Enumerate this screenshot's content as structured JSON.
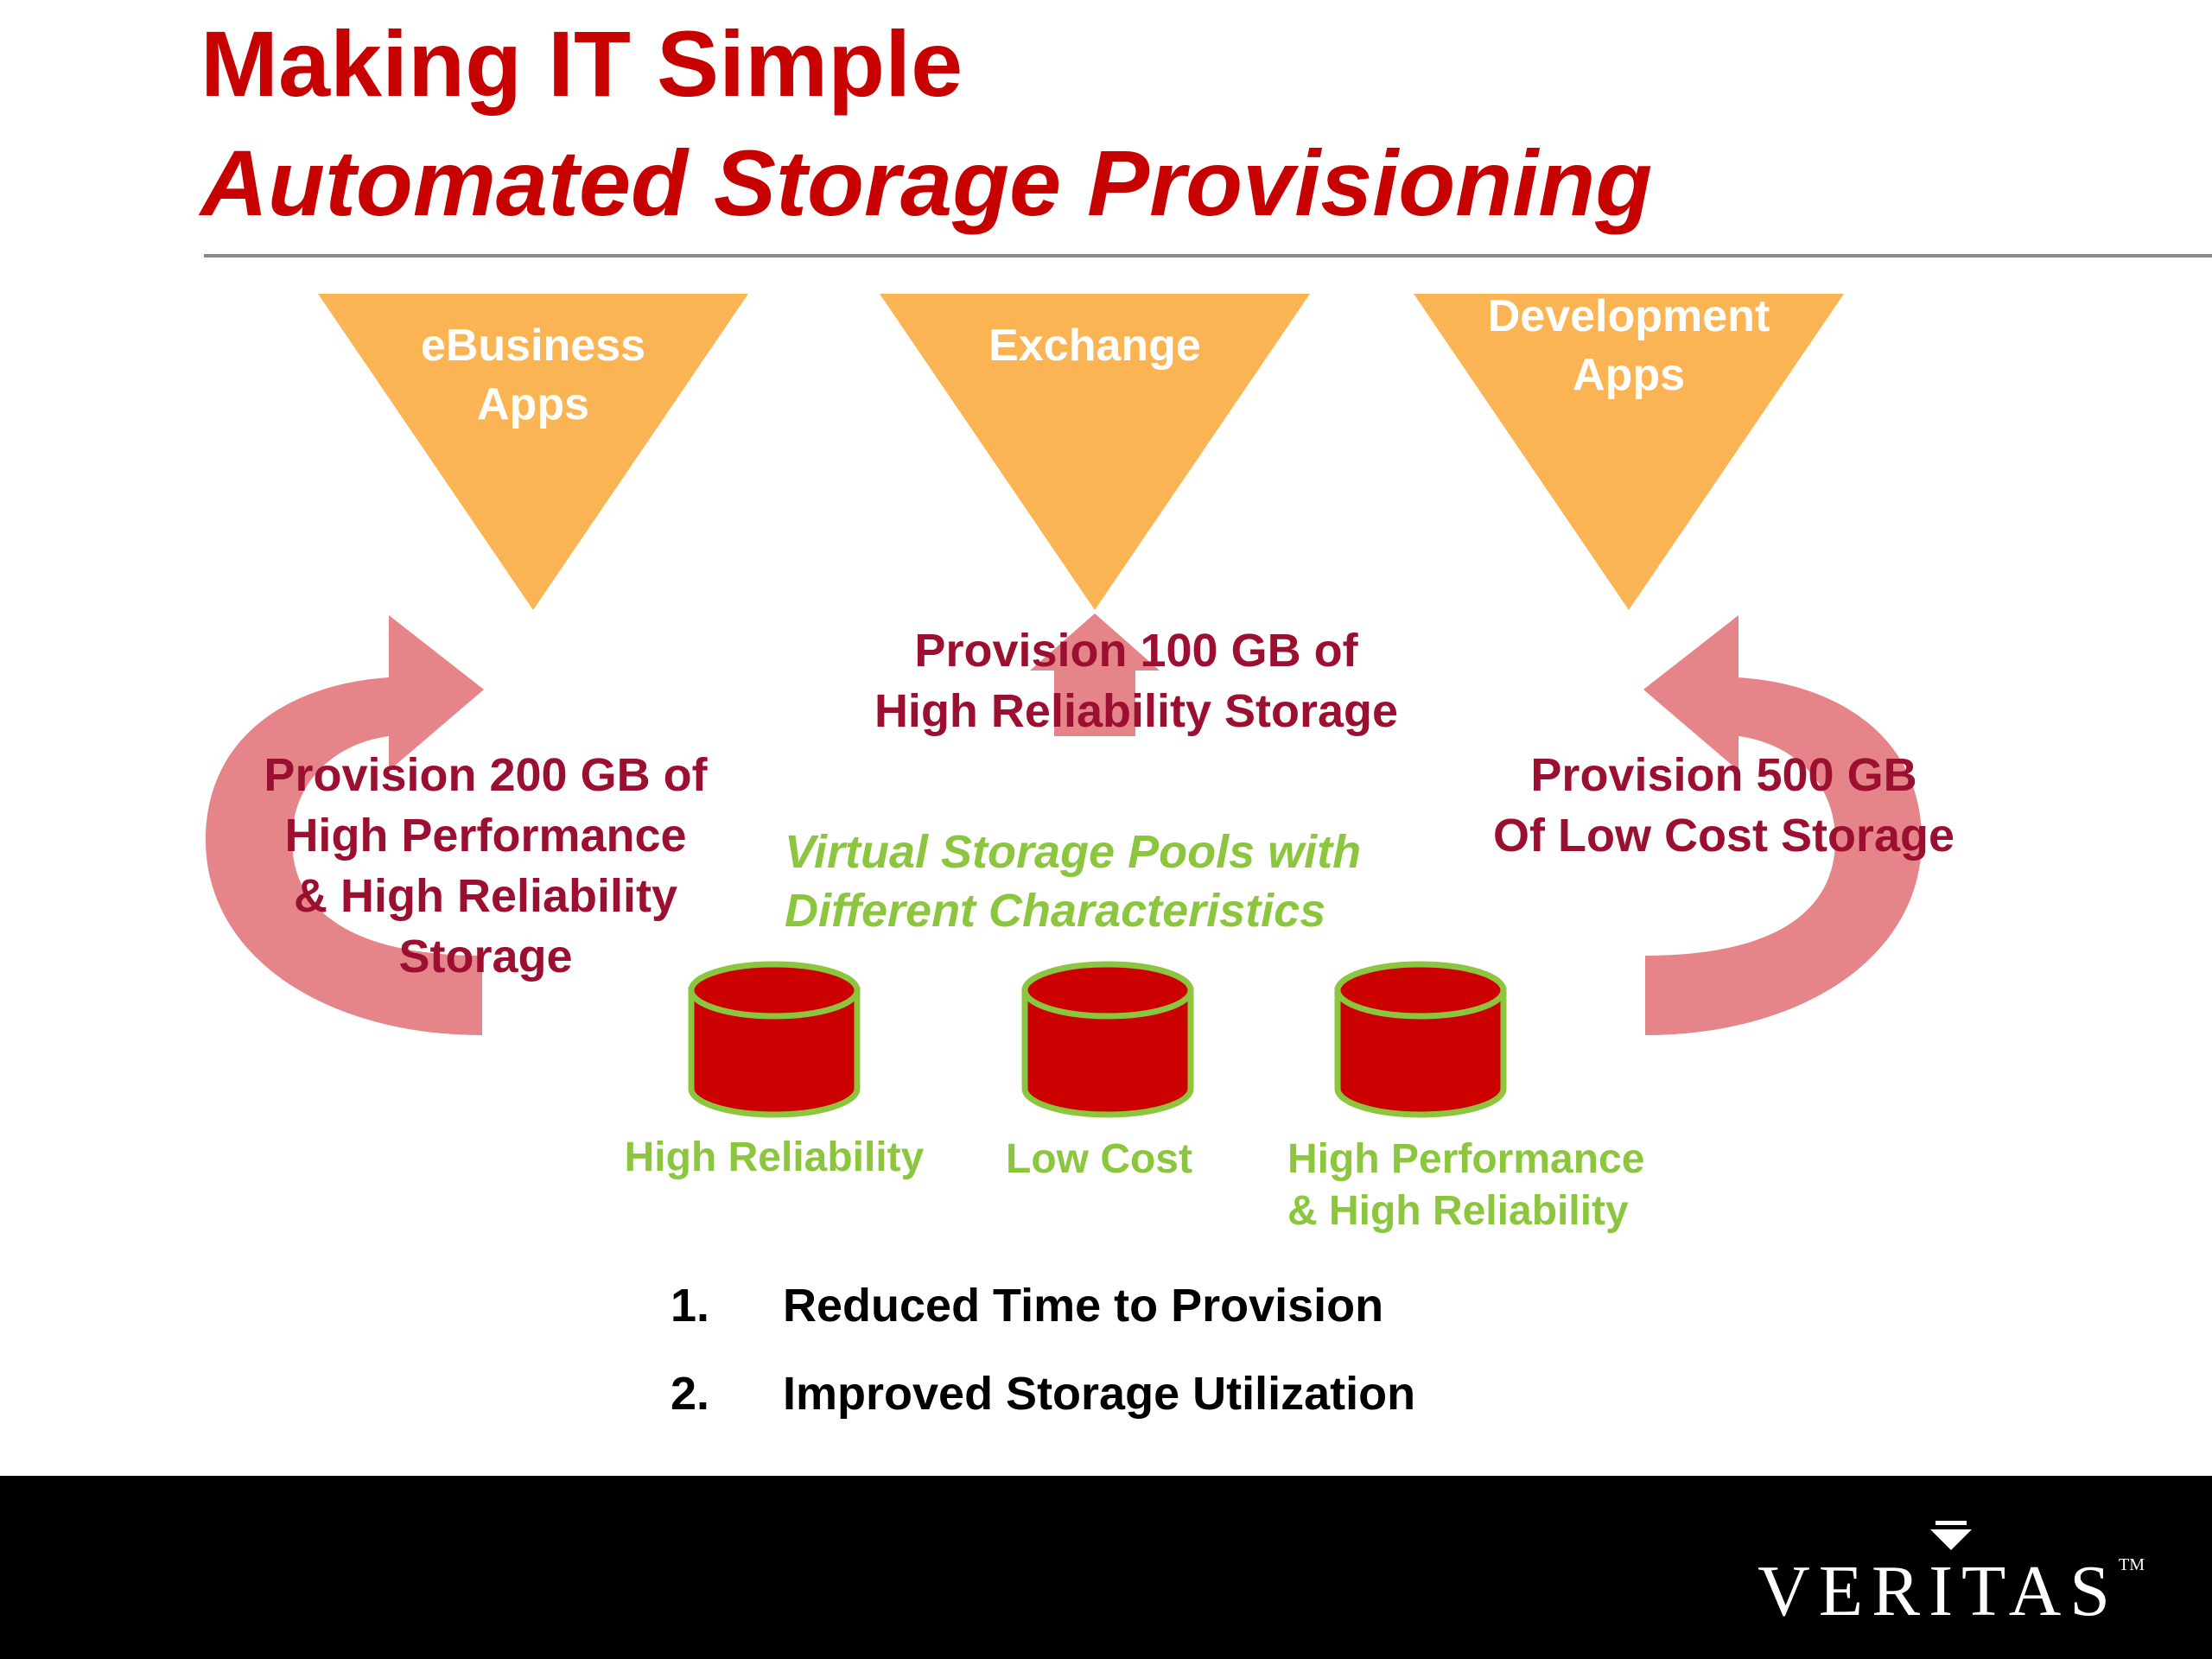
{
  "slide": {
    "title": "Making IT Simple",
    "subtitle": "Automated Storage Provisioning"
  },
  "applications": [
    {
      "label": "eBusiness Apps",
      "lines": [
        "eBusiness",
        "Apps"
      ]
    },
    {
      "label": "Exchange",
      "lines": [
        "Exchange"
      ]
    },
    {
      "label": "Development Apps",
      "lines": [
        "Development",
        "Apps"
      ]
    }
  ],
  "provisioning_requests": [
    {
      "lines": [
        "Provision 200 GB of",
        "High Performance",
        "& High Reliability",
        "Storage"
      ]
    },
    {
      "lines": [
        "Provision 100 GB of",
        "High Reliability Storage"
      ]
    },
    {
      "lines": [
        "Provision 500 GB",
        "Of Low Cost Storage"
      ]
    }
  ],
  "storage_pools": {
    "heading_lines": [
      "Virtual Storage Pools with",
      "Different Characteristics"
    ],
    "pools": [
      {
        "lines": [
          "High Reliability"
        ]
      },
      {
        "lines": [
          "Low Cost"
        ]
      },
      {
        "lines": [
          "High Performance",
          "& High Reliability"
        ]
      }
    ]
  },
  "benefits": [
    {
      "number": "1.",
      "text": "Reduced Time to Provision"
    },
    {
      "number": "2.",
      "text": "Improved Storage Utilization"
    }
  ],
  "footer": {
    "logo_text": "VERITAS",
    "trademark": "TM"
  },
  "colors": {
    "title": "#c70000",
    "app_triangle": "#fbb454",
    "arrow": "#e3787c",
    "request_text": "#9b1030",
    "pool_text": "#8cc63f",
    "cylinder_fill": "#cc0000",
    "cylinder_outline": "#8cc63f",
    "footer_bg": "#000000"
  }
}
